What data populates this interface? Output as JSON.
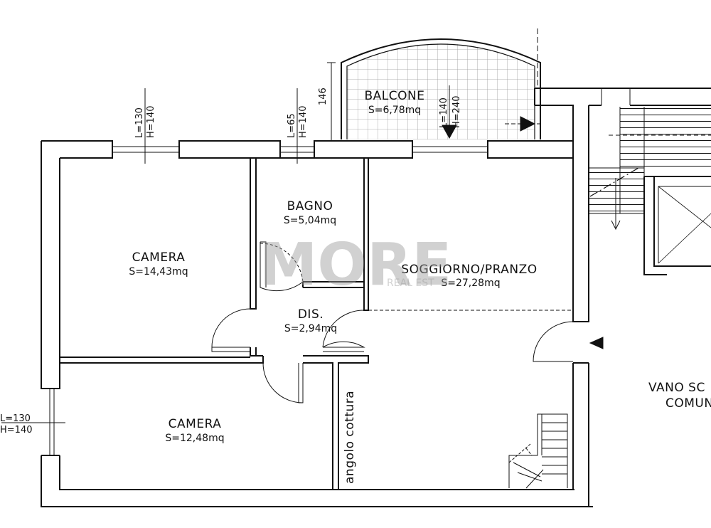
{
  "rooms": {
    "balcone": {
      "name": "BALCONE",
      "area": "S=6,78mq"
    },
    "bagno": {
      "name": "BAGNO",
      "area": "S=5,04mq"
    },
    "camera1": {
      "name": "CAMERA",
      "area": "S=14,43mq"
    },
    "soggiorno": {
      "name": "SOGGIORNO/PRANZO",
      "area": "S=27,28mq"
    },
    "dis": {
      "name": "DIS.",
      "area": "S=2,94mq"
    },
    "camera2": {
      "name": "CAMERA",
      "area": "S=12,48mq"
    },
    "angolo": {
      "name": "angolo cottura"
    },
    "vano": {
      "line1": "VANO SC",
      "line2": "COMUN"
    }
  },
  "windows": {
    "w_camera1": {
      "l": "L=130",
      "h": "H=140"
    },
    "w_bagno": {
      "l": "L=65",
      "h": "H=140"
    },
    "w_balcone": {
      "l": "L=140",
      "h": "H=240"
    },
    "w_camera2": {
      "l": "L=130",
      "h": "H=140"
    }
  },
  "dimension_balcone": "146",
  "watermark": {
    "logo": "MORE",
    "sub": "REAL EST"
  },
  "colors": {
    "line": "#111111",
    "watermark": "#9a9a9a"
  }
}
